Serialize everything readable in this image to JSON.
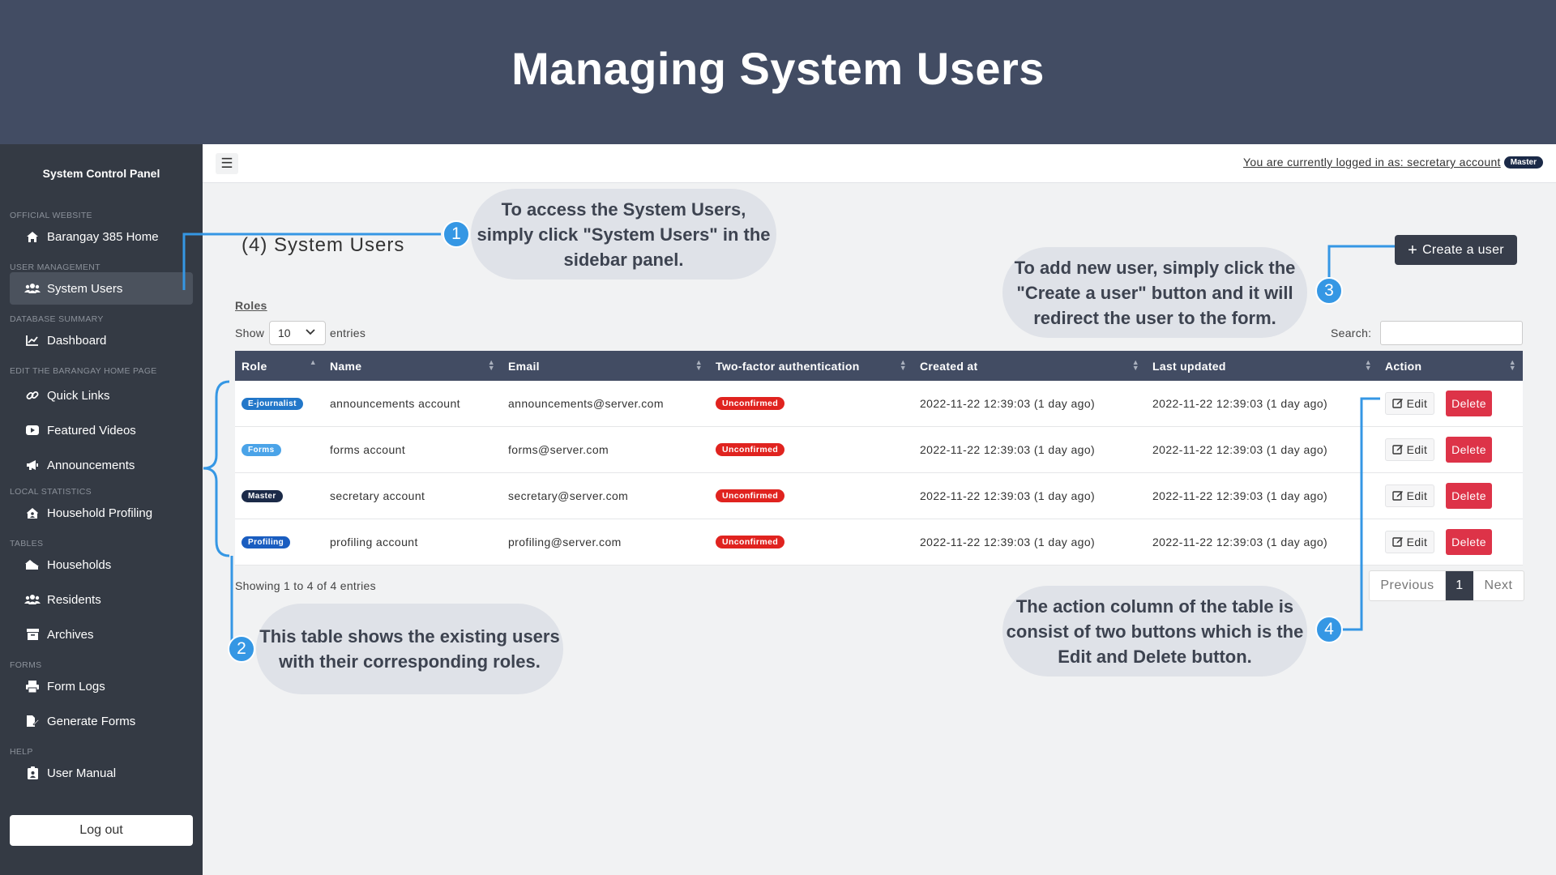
{
  "banner_title": "Managing System Users",
  "sidebar": {
    "title": "System Control Panel",
    "sections": {
      "official": "OFFICIAL WEBSITE",
      "usermgmt": "USER MANAGEMENT",
      "dbsummary": "DATABASE SUMMARY",
      "homepage": "EDIT THE BARANGAY HOME PAGE",
      "localstats": "LOCAL STATISTICS",
      "tables": "TABLES",
      "forms": "FORMS",
      "help": "HELP"
    },
    "items": {
      "home": "Barangay 385 Home",
      "system_users": "System Users",
      "dashboard": "Dashboard",
      "quick_links": "Quick Links",
      "featured_videos": "Featured Videos",
      "announcements": "Announcements",
      "household_profiling": "Household Profiling",
      "households": "Households",
      "residents": "Residents",
      "archives": "Archives",
      "form_logs": "Form Logs",
      "generate_forms": "Generate Forms",
      "user_manual": "User Manual"
    },
    "logout": "Log out"
  },
  "topbar": {
    "menu_icon": "hamburger-icon",
    "logged_in_text": "You are currently logged in as: secretary account",
    "logged_in_badge": "Master"
  },
  "main": {
    "heading": "(4) System Users",
    "create_button": "Create a user",
    "roles_link": "Roles",
    "show_label": "Show",
    "show_value": "10",
    "entries_label": "entries",
    "search_label": "Search:",
    "search_value": "",
    "columns": [
      "Role",
      "Name",
      "Email",
      "Two-factor authentication",
      "Created at",
      "Last updated",
      "Action"
    ],
    "rows": [
      {
        "role": "E-journalist",
        "name": "announcements account",
        "email": "announcements@server.com",
        "tfa": "Unconfirmed",
        "created": "2022-11-22 12:39:03 (1 day ago)",
        "updated": "2022-11-22 12:39:03 (1 day ago)"
      },
      {
        "role": "Forms",
        "name": "forms account",
        "email": "forms@server.com",
        "tfa": "Unconfirmed",
        "created": "2022-11-22 12:39:03 (1 day ago)",
        "updated": "2022-11-22 12:39:03 (1 day ago)"
      },
      {
        "role": "Master",
        "name": "secretary account",
        "email": "secretary@server.com",
        "tfa": "Unconfirmed",
        "created": "2022-11-22 12:39:03 (1 day ago)",
        "updated": "2022-11-22 12:39:03 (1 day ago)"
      },
      {
        "role": "Profiling",
        "name": "profiling account",
        "email": "profiling@server.com",
        "tfa": "Unconfirmed",
        "created": "2022-11-22 12:39:03 (1 day ago)",
        "updated": "2022-11-22 12:39:03 (1 day ago)"
      }
    ],
    "edit_label": "Edit",
    "delete_label": "Delete",
    "showing_text": "Showing 1 to 4 of 4 entries",
    "pager": {
      "previous": "Previous",
      "current": "1",
      "next": "Next"
    }
  },
  "callouts": [
    {
      "num": "1",
      "text": "To access the System Users, simply click \"System Users\" in the sidebar panel."
    },
    {
      "num": "2",
      "text": "This table shows the existing users with their corresponding roles."
    },
    {
      "num": "3",
      "text": "To add new user, simply click the \"Create a user\" button and it will redirect the user to the form."
    },
    {
      "num": "4",
      "text": "The action column of the table is consist of two buttons which is the Edit and Delete button."
    }
  ],
  "colors": {
    "banner": "#424c63",
    "sidebar": "#343a44",
    "accent_blue": "#3597e4",
    "delete_red": "#dd3348",
    "unconfirmed_red": "#e0231f"
  }
}
